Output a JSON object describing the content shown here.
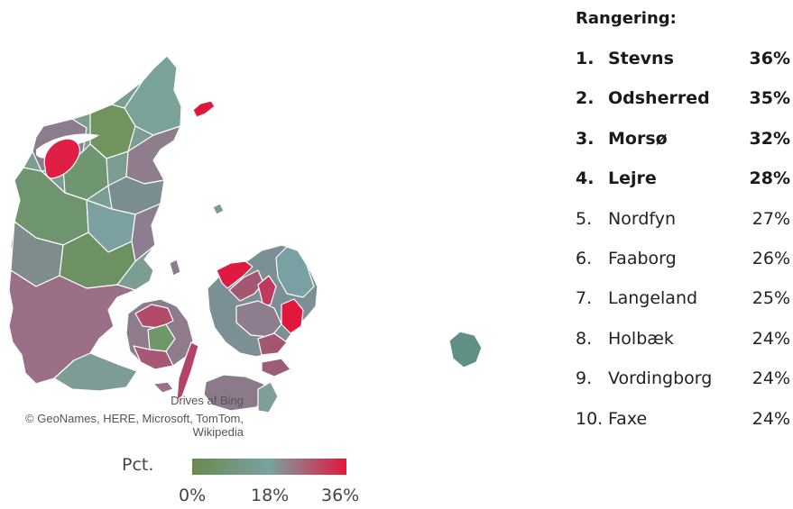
{
  "map": {
    "provider": "Drives af Bing",
    "sources": "© GeoNames, HERE, Microsoft, TomTom, Wikipedia",
    "colors": {
      "low": "#6a8a4e",
      "mid": "#78a3a2",
      "high": "#e2173d",
      "border": "#ffffff"
    }
  },
  "legend": {
    "label": "Pct.",
    "ticks": [
      "0%",
      "18%",
      "36%"
    ]
  },
  "ranking": {
    "title": "Rangering:",
    "items": [
      {
        "rank": "1.",
        "name": "Stevns",
        "pct": "36%",
        "emphasis": true
      },
      {
        "rank": "2.",
        "name": "Odsherred",
        "pct": "35%",
        "emphasis": true
      },
      {
        "rank": "3.",
        "name": "Morsø",
        "pct": "32%",
        "emphasis": true
      },
      {
        "rank": "4.",
        "name": "Lejre",
        "pct": "28%",
        "emphasis": true
      },
      {
        "rank": "5.",
        "name": "Nordfyn",
        "pct": "27%",
        "emphasis": false
      },
      {
        "rank": "6.",
        "name": "Faaborg",
        "pct": "26%",
        "emphasis": false
      },
      {
        "rank": "7.",
        "name": "Langeland",
        "pct": "25%",
        "emphasis": false
      },
      {
        "rank": "8.",
        "name": "Holbæk",
        "pct": "24%",
        "emphasis": false
      },
      {
        "rank": "9.",
        "name": "Vordingborg",
        "pct": "24%",
        "emphasis": false
      },
      {
        "rank": "10.",
        "name": "Faxe",
        "pct": "24%",
        "emphasis": false
      }
    ]
  }
}
